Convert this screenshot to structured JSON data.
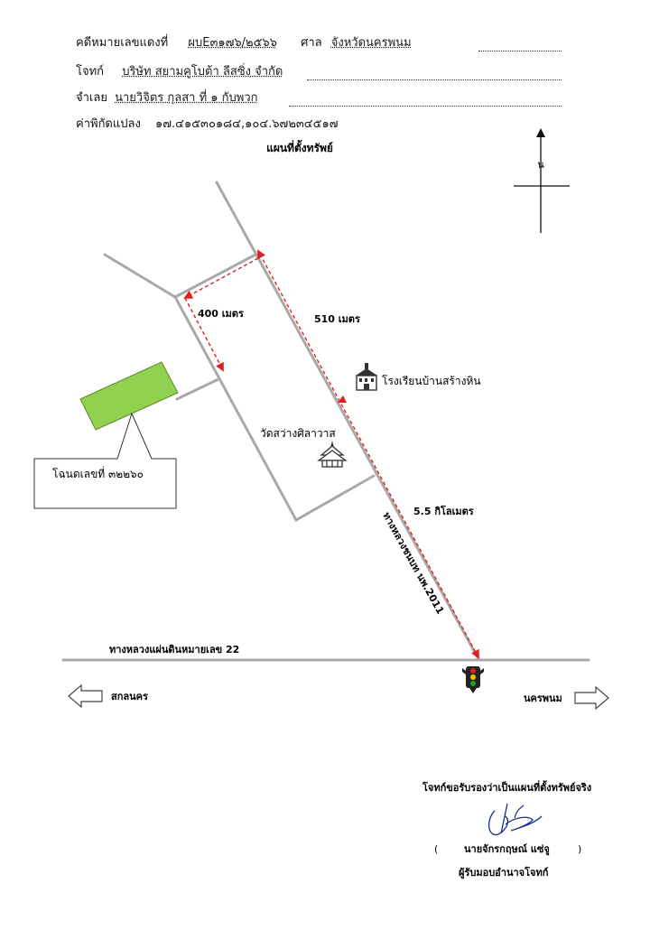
{
  "header": {
    "case_label": "คดีหมายเลขแดงที่",
    "case_value": "ผบE๓๑๗๖/๒๕๖๖",
    "court_label": "ศาล",
    "court_value": "จังหวัดนครพนม",
    "plaintiff_label": "โจทก์",
    "plaintiff_value": "บริษัท สยามคูโบต้า ลีสซิ่ง จำกัด",
    "defendant_label": "จำเลย",
    "defendant_value": "นายวิจิตร กุลสา ที่ ๑ กับพวก",
    "coords_label": "ค่าพิกัดแปลง",
    "coords_value": "๑๗.๔๑๕๓๐๑๘๔,๑๐๔.๖๗๒๓๔๕๑๗"
  },
  "map": {
    "title": "แผนที่ตั้งทรัพย์",
    "north_label": "น",
    "distance_400": "400 เมตร",
    "distance_510": "510 เมตร",
    "distance_5_5": "5.5 กิโลเมตร",
    "school_label": "โรงเรียนบ้านสร้างหิน",
    "temple_label": "วัดสว่างศิลาวาส",
    "deed_label": "โฉนดเลขที่ ๓๒๒๖๐",
    "road_rural": "ทางหลวงชนบท นพ.2011",
    "road_highway": "ทางหลวงแผ่นดินหมายเลข 22",
    "left_dest": "สกลนคร",
    "right_dest": "นครพนม",
    "colors": {
      "road": "#a9a9a9",
      "route": "#e02020",
      "parcel": "#92d050",
      "parcel_border": "#5a8a2a"
    }
  },
  "certification": {
    "statement": "โจทก์ขอรับรองว่าเป็นแผนที่ตั้งทรัพย์จริง",
    "paren_open": "(",
    "name": "นายจักรกฤษณ์ แซ่จู",
    "paren_close": ")",
    "role": "ผู้รับมอบอำนาจโจทก์"
  }
}
